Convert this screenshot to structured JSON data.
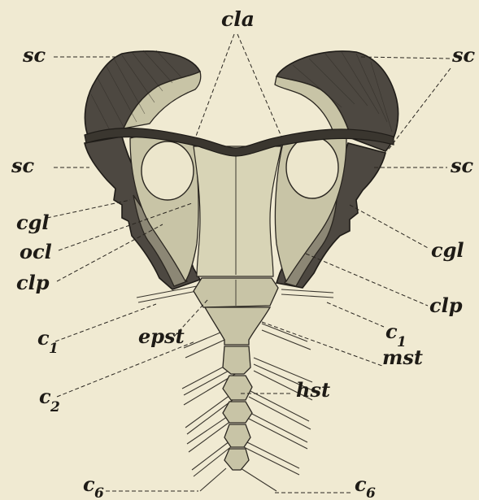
{
  "labels": {
    "cla": "cla",
    "sc_top_left": "sc",
    "sc_top_right": "sc",
    "sc_mid_left": "sc",
    "sc_mid_right": "sc",
    "cgl_left": "cgl",
    "cgl_right": "cgl",
    "ocl": "ocl",
    "clp_left": "clp",
    "clp_right": "clp",
    "c1_left": "c",
    "c1_left_sub": "1",
    "c1_right": "c",
    "c1_right_sub": "1",
    "epst": "epst",
    "mst": "mst",
    "hst": "hst",
    "c2": "c",
    "c2_sub": "2",
    "c6_left": "c",
    "c6_left_sub": "6",
    "c6_right": "c",
    "c6_right_sub": "6"
  },
  "colors": {
    "paper": "#f0ead2",
    "ink": "#1e1b16",
    "bone_dark": "#4d4841",
    "bone_light": "#c8c4a6"
  }
}
